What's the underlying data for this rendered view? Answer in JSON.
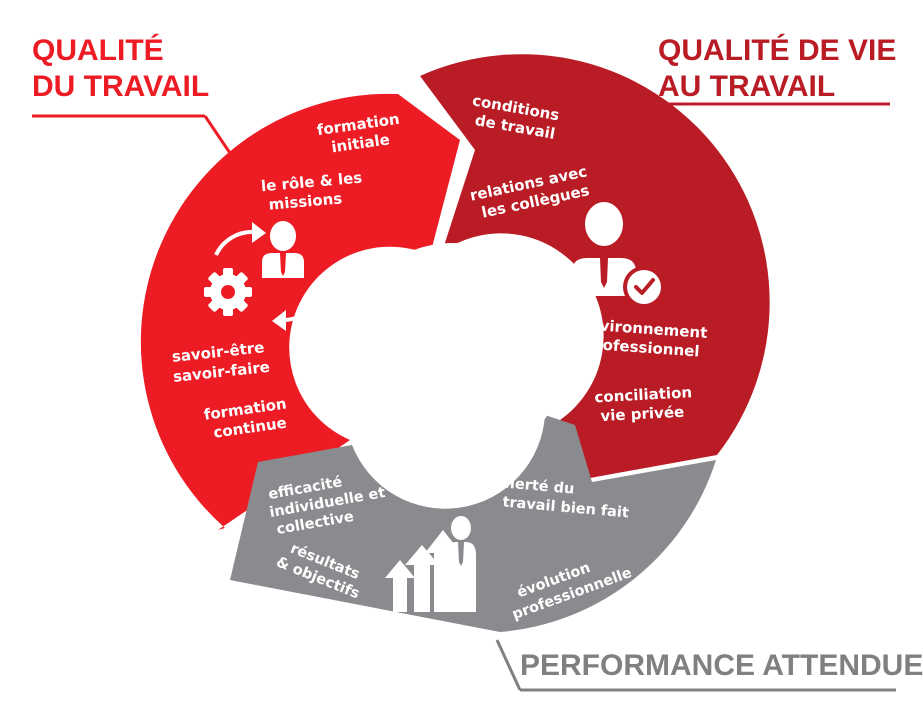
{
  "colors": {
    "red": "#ED1C24",
    "dark_red": "#B91C24",
    "grey": "#8A8B8E",
    "white": "#FFFFFF",
    "line_grey": "#7F8082"
  },
  "titles": {
    "qualite_du_travail": [
      "QUALITÉ",
      "DU TRAVAIL"
    ],
    "qualite_de_vie": [
      "QUALITÉ DE VIE",
      "AU TRAVAIL"
    ],
    "performance": "PERFORMANCE ATTENDUE"
  },
  "segments": {
    "qualite_du_travail": {
      "labels": {
        "formation_initiale": [
          "formation",
          "initiale"
        ],
        "role_missions": [
          "le rôle & les",
          "missions"
        ],
        "savoir": [
          "savoir-être",
          "savoir-faire"
        ],
        "formation_continue": [
          "formation",
          "continue"
        ]
      },
      "icons": [
        "cycle-arrows-icon",
        "gear-icon",
        "person-icon"
      ]
    },
    "qualite_de_vie": {
      "labels": {
        "conditions": [
          "conditions",
          "de travail"
        ],
        "relations": [
          "relations avec",
          "les collègues"
        ],
        "environnement": [
          "environnement",
          "professionnel"
        ],
        "conciliation": [
          "conciliation",
          "vie privée"
        ]
      },
      "icons": [
        "person-check-icon"
      ]
    },
    "performance": {
      "labels": {
        "efficacite": [
          "efficacité",
          "individuelle et",
          "collective"
        ],
        "fierte": [
          "fierté du",
          "travail bien fait"
        ],
        "resultats": [
          "résultats",
          "& objectifs"
        ],
        "evolution": [
          "évolution",
          "professionnelle"
        ]
      },
      "icons": [
        "growth-arrows-icon",
        "person-icon"
      ]
    }
  }
}
